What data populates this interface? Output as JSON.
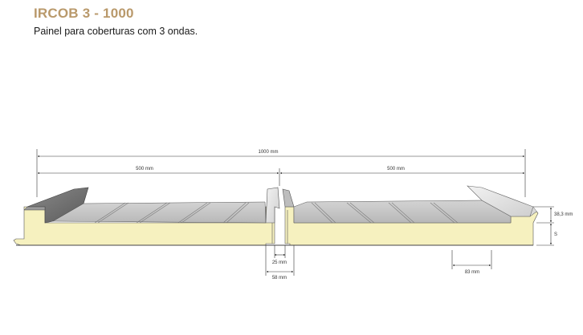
{
  "header": {
    "title": "IRCOB 3 - 1000",
    "subtitle": "Painel para coberturas com 3 ondas."
  },
  "dimensions": {
    "total_width": "1000 mm",
    "left_half": "500 mm",
    "right_half": "500 mm",
    "joint_inner": "25 mm",
    "joint_outer": "58 mm",
    "rib_spacing": "83 mm",
    "rib_height": "38,3 mm",
    "thickness": "S"
  },
  "colors": {
    "title": "#b9996b",
    "foam": "#f6f1bf",
    "steel_light": "#c9c9c9",
    "steel_dark": "#6e6e6e"
  }
}
